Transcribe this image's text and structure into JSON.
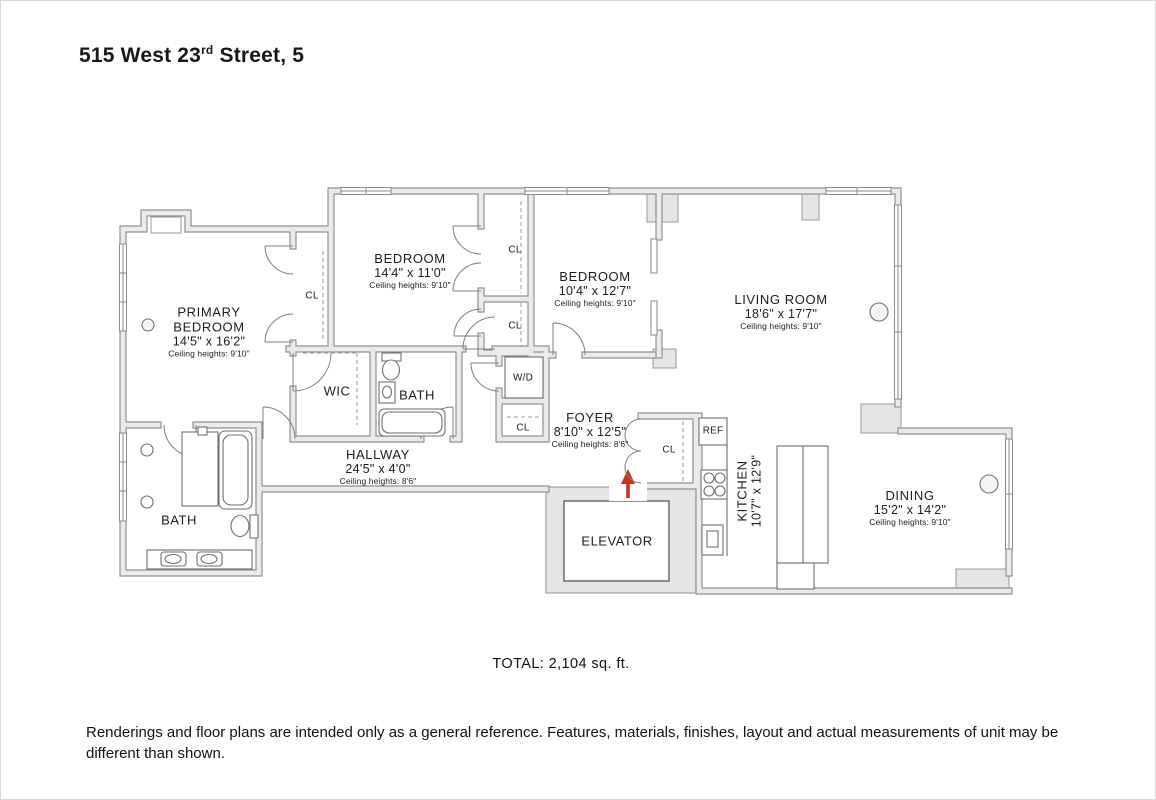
{
  "header": {
    "title_prefix": "515 West 23",
    "title_sup": "rd",
    "title_suffix": " Street, 5"
  },
  "summary": {
    "total": "TOTAL: 2,104 sq. ft."
  },
  "footer": {
    "disclaimer": "Renderings and floor plans are intended only as a general reference. Features, materials, finishes, layout and actual measurements of unit may be different than shown."
  },
  "rooms": {
    "primary_bedroom": {
      "name_line1": "PRIMARY",
      "name_line2": "BEDROOM",
      "dims": "14'5\" x 16'2\"",
      "ceiling": "Ceiling heights: 9'10\""
    },
    "bedroom_1": {
      "name": "BEDROOM",
      "dims": "14'4\" x 11'0\"",
      "ceiling": "Ceiling heights: 9'10\""
    },
    "bedroom_2": {
      "name": "BEDROOM",
      "dims": "10'4\" x 12'7\"",
      "ceiling": "Ceiling heights: 9'10\""
    },
    "living_room": {
      "name": "LIVING ROOM",
      "dims": "18'6\" x 17'7\"",
      "ceiling": "Ceiling heights: 9'10\""
    },
    "foyer": {
      "name": "FOYER",
      "dims": "8'10\" x 12'5\"",
      "ceiling": "Ceiling heights: 8'6\""
    },
    "hallway": {
      "name": "HALLWAY",
      "dims": "24'5\" x 4'0\"",
      "ceiling": "Ceiling heights: 8'6\""
    },
    "kitchen": {
      "name": "KITCHEN",
      "dims": "10'7\" x 12'9\""
    },
    "dining": {
      "name": "DINING",
      "dims": "15'2\" x 14'2\"",
      "ceiling": "Ceiling heights: 9'10\""
    },
    "wic": {
      "name": "WIC"
    },
    "bath_primary": {
      "name": "BATH"
    },
    "bath_hall": {
      "name": "BATH"
    },
    "elevator": {
      "name": "ELEVATOR"
    },
    "washer_dryer": {
      "name": "W/D"
    },
    "refrigerator": {
      "name": "REF"
    },
    "closet": {
      "abbr": "CL"
    }
  }
}
